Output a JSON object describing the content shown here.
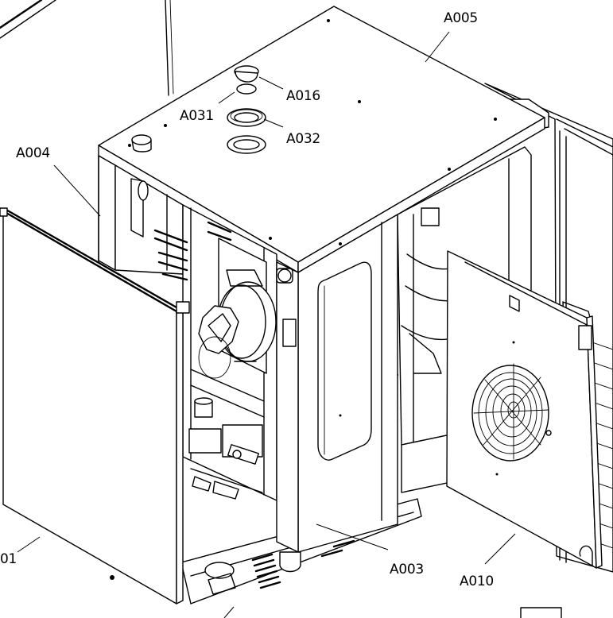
{
  "callouts": {
    "a005": "A005",
    "a016": "A016",
    "a031": "A031",
    "a032": "A032",
    "a004": "A004",
    "a001": "01",
    "a003": "A003",
    "a010": "A010"
  }
}
